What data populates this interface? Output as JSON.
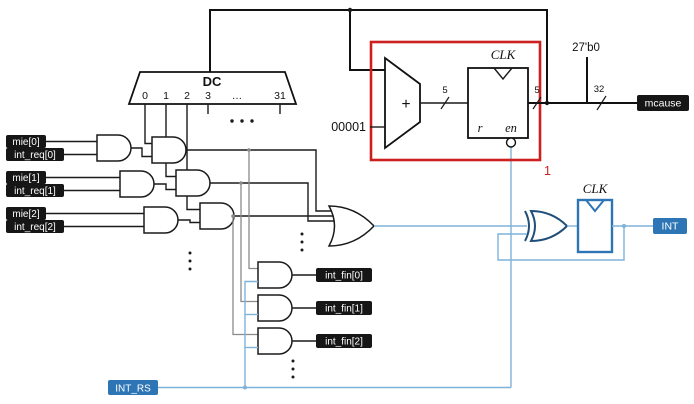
{
  "decoder": {
    "label": "DC",
    "outputs": [
      "0",
      "1",
      "2",
      "3",
      "…",
      "31"
    ]
  },
  "io": {
    "mie": [
      "mie[0]",
      "mie[1]",
      "mie[2]"
    ],
    "int_req": [
      "int_req[0]",
      "int_req[1]",
      "int_req[2]"
    ],
    "int_fin": [
      "int_fin[0]",
      "int_fin[1]",
      "int_fin[2]"
    ],
    "int_rs": "INT_RS",
    "int": "INT",
    "mcause": "mcause"
  },
  "register": {
    "clk": "CLK",
    "r": "r",
    "en": "en"
  },
  "flipflop": {
    "clk": "CLK"
  },
  "adder": {
    "symbol": "+",
    "constant": "00001"
  },
  "buses": {
    "reg_in_width": "5",
    "reg_out_width": "5",
    "padding": "27'b0",
    "mcause_width": "32"
  },
  "highlight": {
    "number": "1",
    "color": "#cc2020"
  },
  "colors": {
    "blue_box": "#2e75b6",
    "wire_blue": "#7fb2d9",
    "ff_stroke": "#2e75b6",
    "xor_stroke": "#1e4e79",
    "wire_black": "#1a1a1a",
    "wire_gray": "#8a8a8a"
  }
}
